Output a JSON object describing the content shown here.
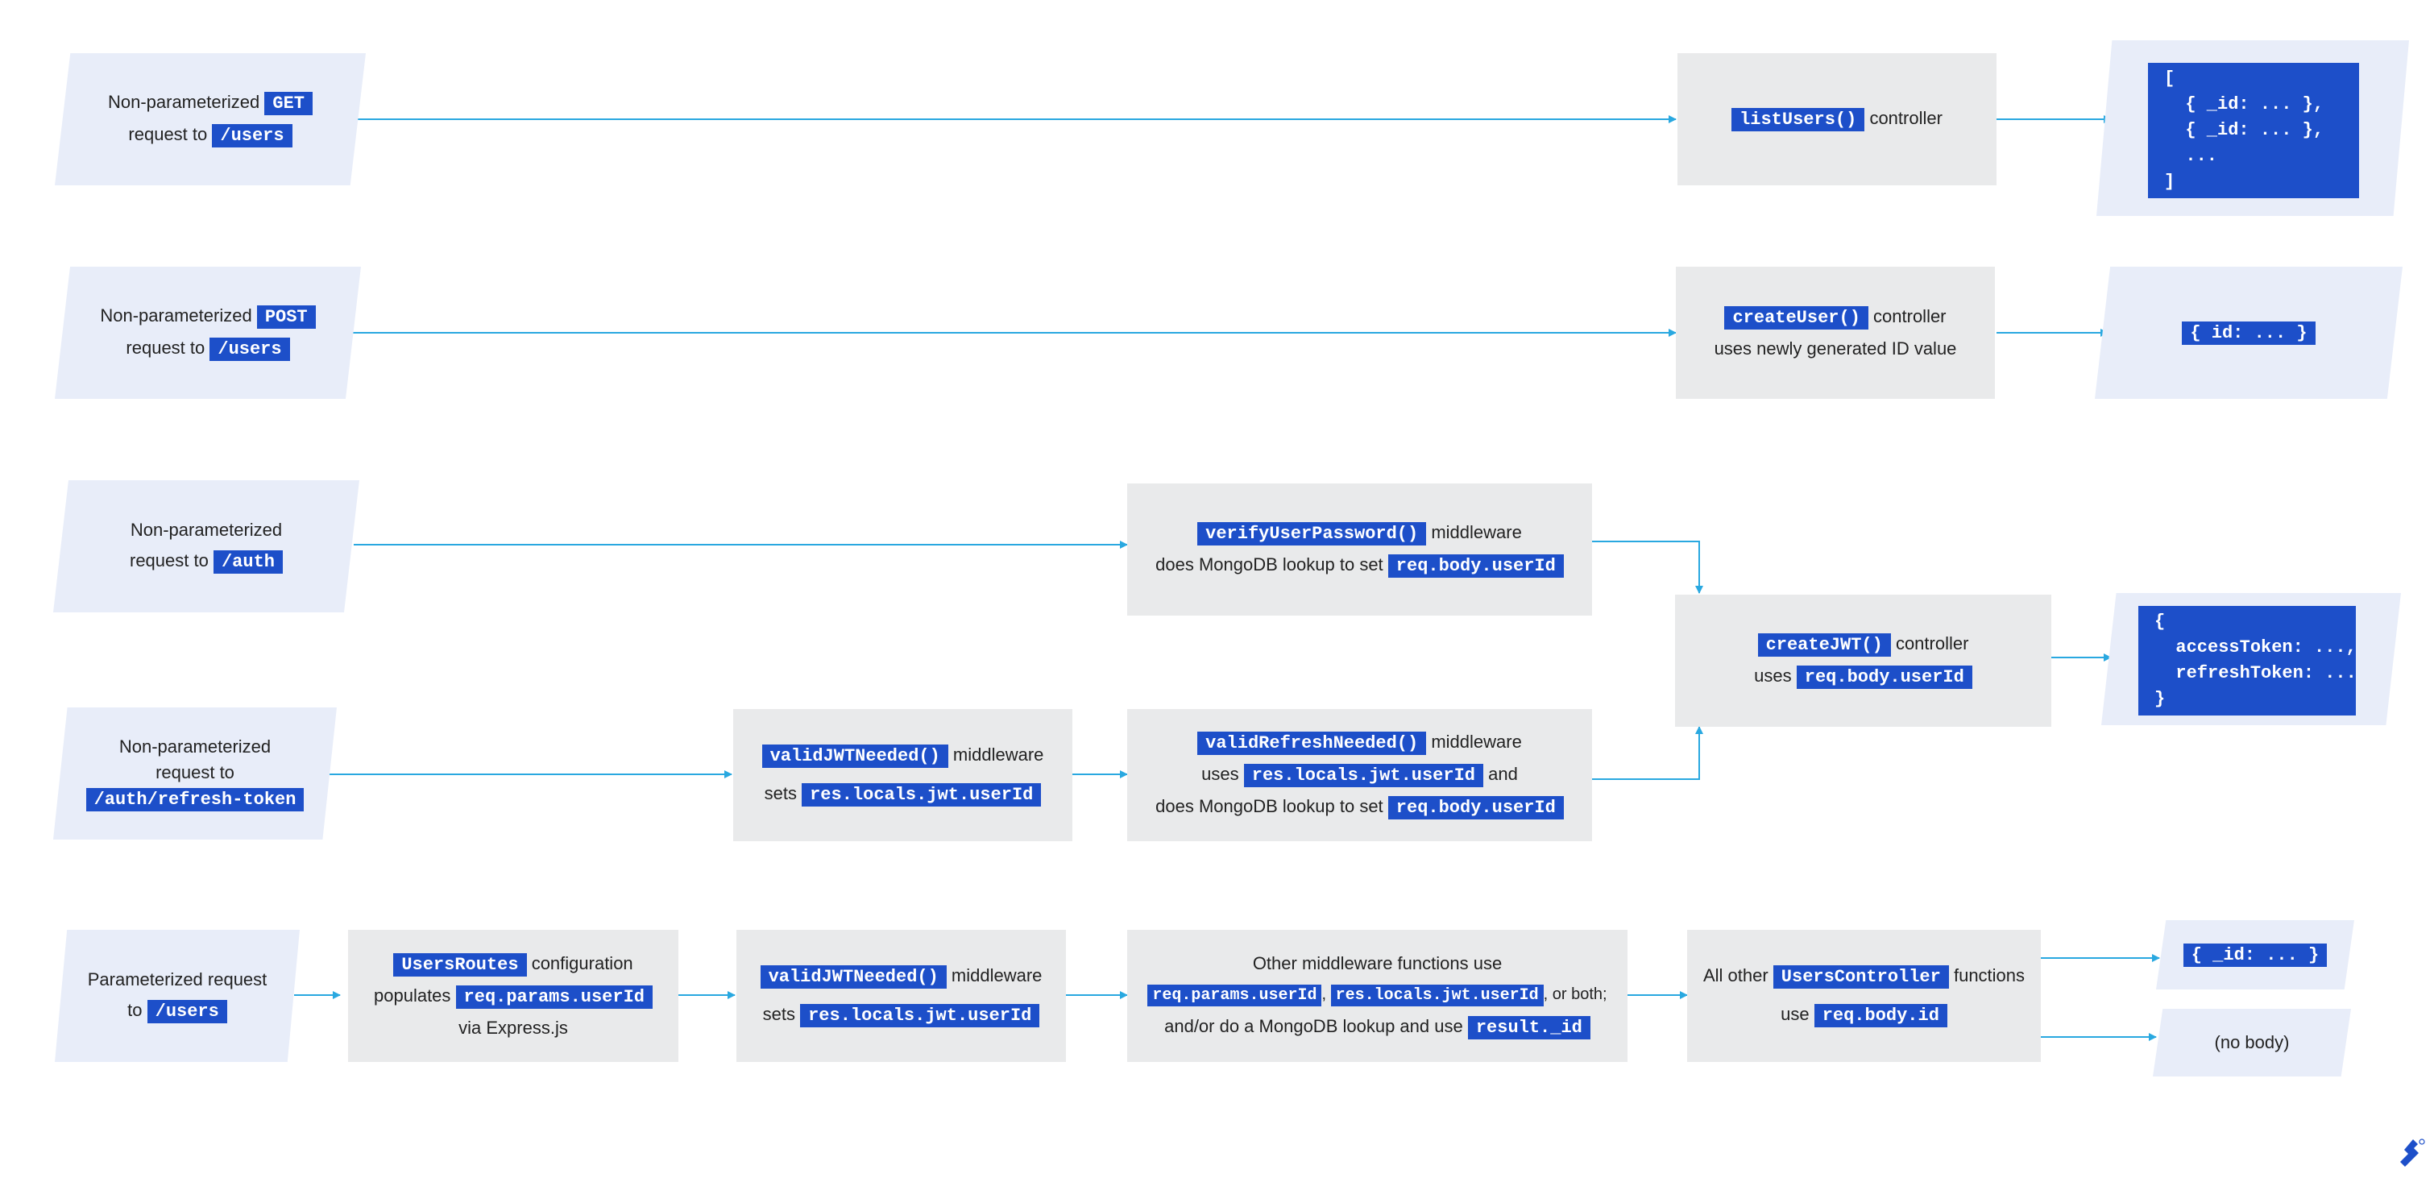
{
  "rows": {
    "r1": {
      "input": {
        "pre": "Non-parameterized",
        "method": "GET",
        "mid": "request to",
        "path": "/users"
      },
      "controller": {
        "code": "listUsers()",
        "text": "controller"
      },
      "response": [
        "[",
        "  { _id: ... },",
        "  { _id: ... },",
        "  ...",
        "]"
      ]
    },
    "r2": {
      "input": {
        "pre": "Non-parameterized",
        "method": "POST",
        "mid": "request to",
        "path": "/users"
      },
      "controller": {
        "code": "createUser()",
        "text": "controller",
        "line2": "uses newly generated ID value"
      },
      "response": "{ id: ... }"
    },
    "r3": {
      "input": {
        "line1": "Non-parameterized",
        "mid": "request to",
        "path": "/auth"
      },
      "middleware": {
        "code": "verifyUserPassword()",
        "text": "middleware",
        "line2": "does MongoDB lookup to set",
        "code2": "req.body.userId"
      }
    },
    "r4": {
      "input": {
        "line1": "Non-parameterized",
        "line2": "request to",
        "path": "/auth/refresh-token"
      },
      "middleware1": {
        "code": "validJWTNeeded()",
        "text": "middleware",
        "pre2": "sets",
        "code2": "res.locals.jwt.userId"
      },
      "middleware2": {
        "code": "validRefreshNeeded()",
        "text": "middleware",
        "pre2": "uses",
        "code2": "res.locals.jwt.userId",
        "post2": "and",
        "line3": "does MongoDB lookup to set",
        "code3": "req.body.userId"
      }
    },
    "jwt": {
      "controller": {
        "code": "createJWT()",
        "text": "controller",
        "pre2": "uses",
        "code2": "req.body.userId"
      },
      "response": [
        "{",
        "  accessToken: ...,",
        "  refreshToken: ...",
        "}"
      ]
    },
    "r5": {
      "input": {
        "line1": "Parameterized request",
        "pre2": "to",
        "path": "/users"
      },
      "routes": {
        "code": "UsersRoutes",
        "text": "configuration",
        "pre2": "populates",
        "code2": "req.params.userId",
        "line3": "via Express.js"
      },
      "middleware": {
        "code": "validJWTNeeded()",
        "text": "middleware",
        "pre2": "sets",
        "code2": "res.locals.jwt.userId"
      },
      "other": {
        "line1": "Other middleware functions use",
        "codeA": "req.params.userId",
        "sep": ",",
        "codeB": "res.locals.jwt.userId",
        "post": ", or both;",
        "line3": "and/or do a MongoDB lookup and use",
        "code3": "result._id"
      },
      "controllers": {
        "pre": "All other",
        "code": "UsersController",
        "post": "functions",
        "pre2": "use",
        "code2": "req.body.id"
      },
      "response1": "{ _id: ... }",
      "response2": "(no body)"
    }
  },
  "colors": {
    "arrow": "#29a8e0",
    "code_bg": "#1d4fc9",
    "input_bg": "#e8edf9",
    "box_bg": "#e9eaeb"
  },
  "icons": {
    "logo": "toptal-logo-icon"
  }
}
